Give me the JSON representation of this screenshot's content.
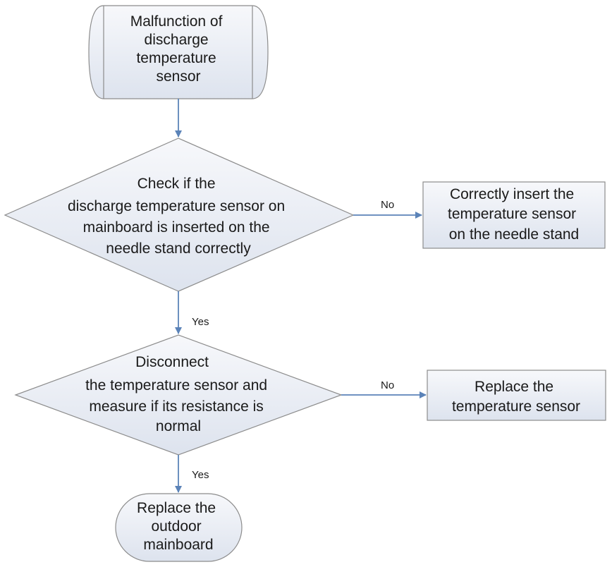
{
  "nodes": {
    "start": {
      "lines": [
        "Malfunction of",
        "discharge",
        "temperature",
        "sensor"
      ]
    },
    "check_insert": {
      "lines": [
        "Check if the",
        "discharge temperature sensor on",
        "mainboard is inserted on the",
        "needle stand correctly"
      ]
    },
    "fix_insert": {
      "lines": [
        "Correctly insert the",
        "temperature sensor",
        "on the needle stand"
      ]
    },
    "measure": {
      "lines": [
        "Disconnect",
        "the temperature sensor and",
        "measure if its resistance is",
        "normal"
      ]
    },
    "replace_sensor": {
      "lines": [
        "Replace the",
        "temperature sensor"
      ]
    },
    "end": {
      "lines": [
        "Replace the",
        "outdoor",
        "mainboard"
      ]
    }
  },
  "edges": {
    "check_no": "No",
    "check_yes": "Yes",
    "measure_no": "No",
    "measure_yes": "Yes"
  },
  "colors": {
    "fill_top": "#f7f8fb",
    "fill_bottom": "#dde3ee",
    "border": "#8c8c8c",
    "arrow": "#5b83b8"
  }
}
